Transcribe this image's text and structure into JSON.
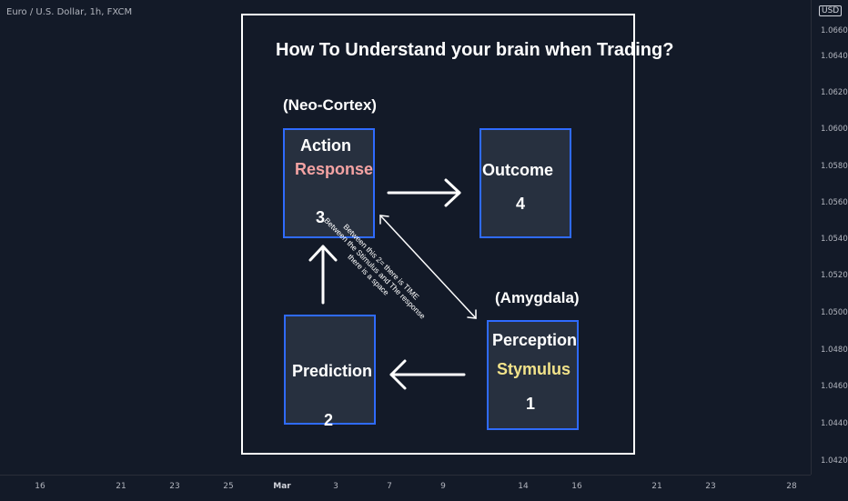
{
  "chart_header": {
    "symbol": "Euro / U.S. Dollar, 1h, FXCM",
    "currency": "USD"
  },
  "price_axis": [
    "1.06600",
    "1.06400",
    "1.06200",
    "1.06000",
    "1.05800",
    "1.05600",
    "1.05400",
    "1.05200",
    "1.05000",
    "1.04800",
    "1.04600",
    "1.04400",
    "1.04200"
  ],
  "time_axis": [
    "16",
    "21",
    "23",
    "25",
    "Mar",
    "3",
    "7",
    "9",
    "14",
    "16",
    "21",
    "23",
    "28"
  ],
  "diagram": {
    "title": "How To Understand your brain when Trading?",
    "neo_cortex_label": "(Neo-Cortex)",
    "amygdala_label": "(Amygdala)",
    "boxes": {
      "action": {
        "title": "Action",
        "subtitle": "Response",
        "number": "3"
      },
      "outcome": {
        "title": "Outcome",
        "number": "4"
      },
      "prediction": {
        "title": "Prediction",
        "number": "2"
      },
      "perception": {
        "title": "Perception",
        "subtitle": "Stymulus",
        "number": "1"
      }
    },
    "note_lines": [
      "Between this 2= there is TIME",
      "Between the Stimulus and The response",
      "there is a space"
    ]
  },
  "colors": {
    "background": "#131a28",
    "frame": "#ffffff",
    "box_border": "#2f6bff",
    "box_fill": "#27303f",
    "response_text": "#f4a3a3",
    "stimulus_text": "#f2e38a"
  }
}
